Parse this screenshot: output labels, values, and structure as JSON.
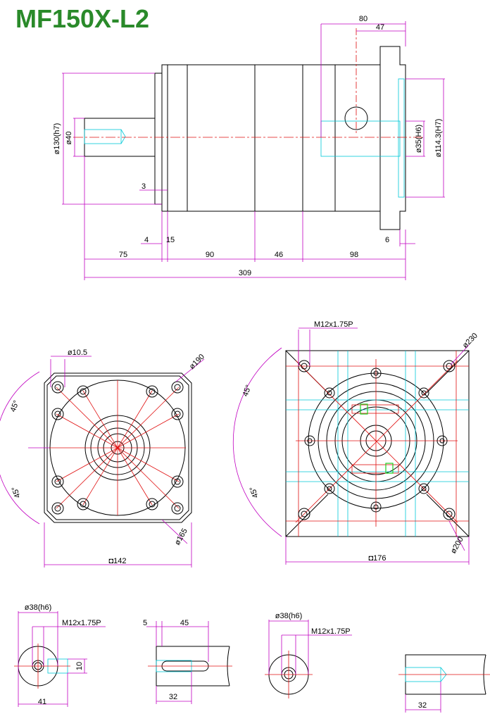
{
  "title": "MF150X-L2",
  "side_view": {
    "dims": {
      "d80": "80",
      "d47": "47",
      "d130": "ø130(h7)",
      "d40": "ø40",
      "d35": "ø35(H6)",
      "d114": "ø114.3(H7)",
      "d3": "3",
      "d4": "4",
      "d15": "15",
      "d6": "6",
      "d75": "75",
      "d90": "90",
      "d46": "46",
      "d98": "98",
      "d309": "309"
    }
  },
  "front_view": {
    "dims": {
      "d10_5": "ø10.5",
      "d190": "ø190",
      "d165": "ø165",
      "a45a": "45°",
      "a45b": "45°",
      "sq142": "◘142"
    }
  },
  "rear_view": {
    "dims": {
      "m12": "M12x1.75P",
      "d230": "ø230",
      "d200": "ø200",
      "a45a": "45°",
      "a45b": "45°",
      "sq176": "◘176"
    }
  },
  "shaft_variants": [
    {
      "dims": {
        "d38": "ø38(h6)",
        "m12": "M12x1.75P",
        "d10": "10",
        "d41": "41"
      }
    },
    {
      "dims": {
        "d5": "5",
        "d45": "45",
        "d32": "32"
      }
    },
    {
      "dims": {
        "d38": "ø38(h6)",
        "m12": "M12x1.75P"
      }
    },
    {
      "dims": {
        "d32": "32"
      }
    }
  ],
  "colors": {
    "outline": "#000000",
    "dimension": "#c000c0",
    "centerline": "#e01010",
    "hidden": "#00c8d8",
    "key": "#20d020",
    "title": "#2a8a2a"
  }
}
